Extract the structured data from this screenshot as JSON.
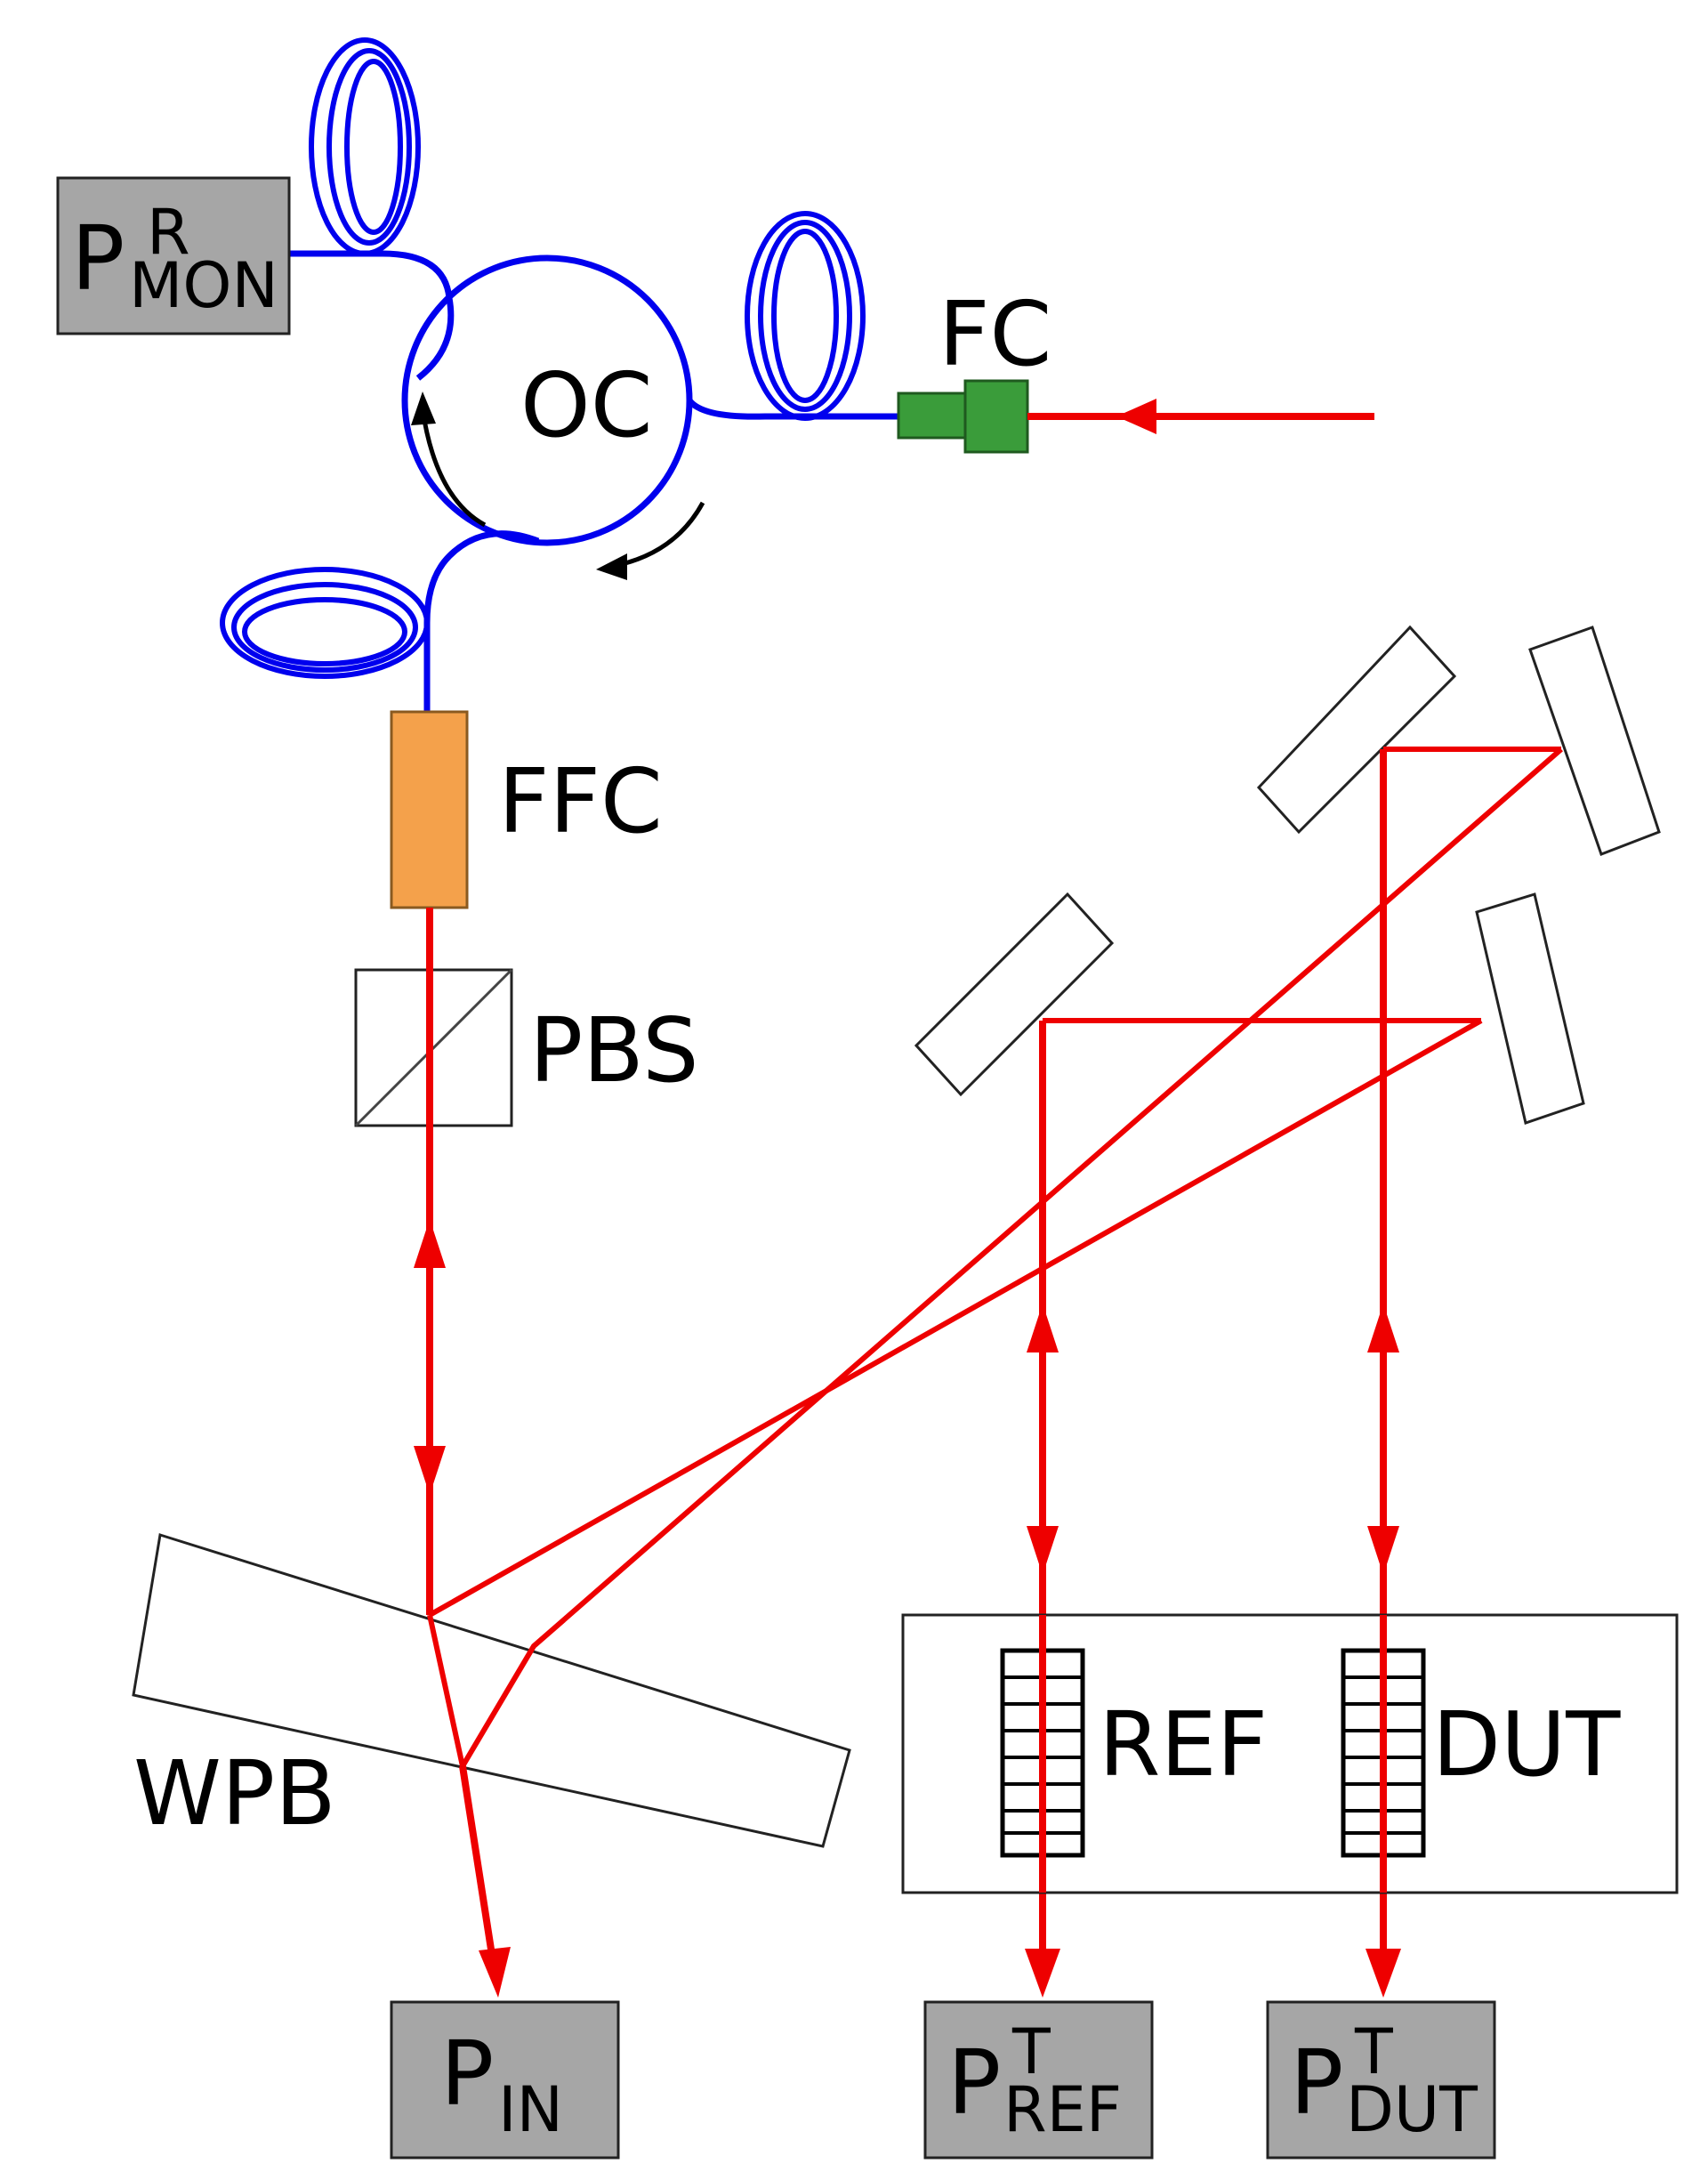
{
  "labels": {
    "p_mon": {
      "main": "P",
      "sup": "R",
      "sub": "MON"
    },
    "oc": "OC",
    "fc": "FC",
    "ffc": "FFC",
    "pbs": "PBS",
    "wpb": "WPB",
    "ref": "REF",
    "dut": "DUT",
    "p_in": {
      "main": "P",
      "sub": "IN"
    },
    "p_ref": {
      "main": "P",
      "sup": "T",
      "sub": "REF"
    },
    "p_dut": {
      "main": "P",
      "sup": "T",
      "sub": "DUT"
    }
  },
  "colors": {
    "fiber": "#0000ee",
    "beam": "#ee0000",
    "detector_fill": "#a6a6a6",
    "fiber_collimator": "#f4a14b",
    "fiber_connector": "#3a9c3a"
  }
}
